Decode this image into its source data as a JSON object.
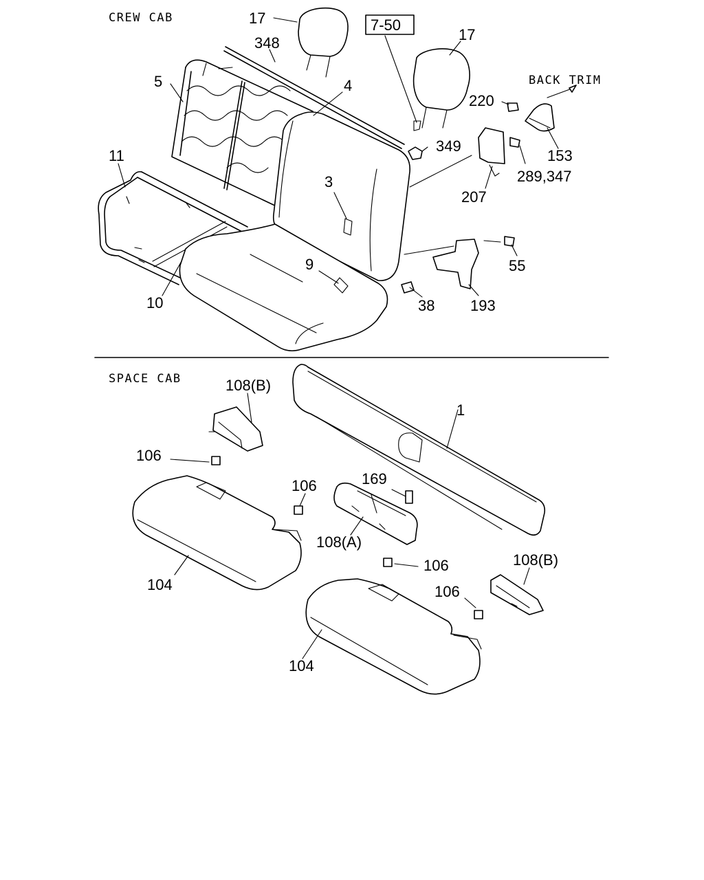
{
  "sections": {
    "crew_cab": "CREW CAB",
    "space_cab": "SPACE CAB"
  },
  "notes": {
    "back_trim": "BACK TRIM",
    "ref_box": "7-50"
  },
  "crew_cab_labels": {
    "p17a": "17",
    "p348": "348",
    "p5": "5",
    "p4": "4",
    "p17b": "17",
    "p220": "220",
    "p153": "153",
    "p349": "349",
    "p289_347": "289,347",
    "p207": "207",
    "p11": "11",
    "p3": "3",
    "p9": "9",
    "p10": "10",
    "p55": "55",
    "p38": "38",
    "p193": "193"
  },
  "space_cab_labels": {
    "p108b_top": "108(B)",
    "p1": "1",
    "p106_left": "106",
    "p106_mid": "106",
    "p169": "169",
    "p108a": "108(A)",
    "p104_left": "104",
    "p106_lower": "106",
    "p108b_right": "108(B)",
    "p106_right": "106",
    "p104_right": "104"
  }
}
